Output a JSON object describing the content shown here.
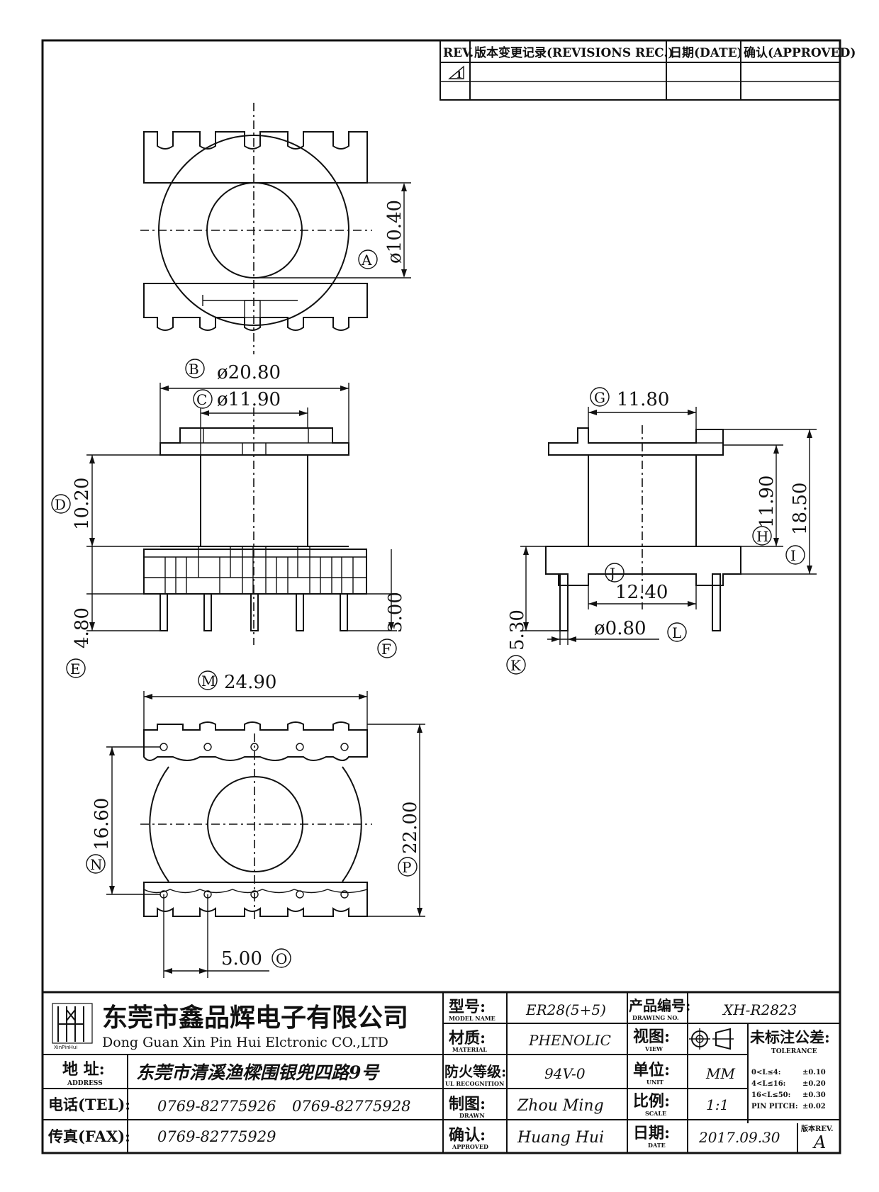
{
  "revisions": {
    "headers": {
      "rev": "REV.",
      "record": "版本变更记录(REVISIONS REC.)",
      "date": "日期(DATE)",
      "approved": "确认(APPROVED)"
    },
    "row1_symbol": "1"
  },
  "dimensions": {
    "A": {
      "label": "A",
      "value": "ø10.40"
    },
    "B": {
      "label": "B",
      "value": "ø20.80"
    },
    "C": {
      "label": "C",
      "value": "ø11.90"
    },
    "D": {
      "label": "D",
      "value": "10.20"
    },
    "E": {
      "label": "E",
      "value": "4.80"
    },
    "F": {
      "label": "F",
      "value": "3.00"
    },
    "G": {
      "label": "G",
      "value": "11.80"
    },
    "H": {
      "label": "H",
      "value": "11.90"
    },
    "I": {
      "label": "I",
      "value": "18.50"
    },
    "J": {
      "label": "J",
      "value": "12.40"
    },
    "K": {
      "label": "K",
      "value": "5.30"
    },
    "L": {
      "label": "L",
      "value": "ø0.80"
    },
    "M": {
      "label": "M",
      "value": "24.90"
    },
    "N": {
      "label": "N",
      "value": "16.60"
    },
    "O": {
      "label": "O",
      "value": "5.00"
    },
    "P": {
      "label": "P",
      "value": "22.00"
    }
  },
  "title_block": {
    "company_cn": "东莞市鑫品辉电子有限公司",
    "company_en": "Dong Guan Xin Pin Hui Elctronic CO.,LTD",
    "logo_text": "XinPinHui",
    "address_label_cn": "地 址:",
    "address_label_en": "ADDRESS",
    "address_value": "东莞市清溪渔樑围银兜四路9号",
    "tel_label": "电话(TEL):",
    "tel_value_1": "0769-82775926",
    "tel_value_2": "0769-82775928",
    "fax_label": "传真(FAX):",
    "fax_value": "0769-82775929",
    "model_label_cn": "型号:",
    "model_label_en": "MODEL NAME",
    "model_value": "ER28(5+5)",
    "material_label_cn": "材质:",
    "material_label_en": "MATERIAL",
    "material_value": "PHENOLIC",
    "ul_label_cn": "防火等级:",
    "ul_label_en": "UL RECOGNITION",
    "ul_value": "94V-0",
    "drawn_label_cn": "制图:",
    "drawn_label_en": "DRAWN",
    "drawn_value": "Zhou Ming",
    "approved_label_cn": "确认:",
    "approved_label_en": "APPROVED",
    "approved_value": "Huang Hui",
    "drawing_no_label_cn": "产品编号:",
    "drawing_no_label_en": "DRAWING NO.",
    "drawing_no_value": "XH-R2823",
    "view_label_cn": "视图:",
    "view_label_en": "VIEW",
    "unit_label_cn": "单位:",
    "unit_label_en": "UNIT",
    "unit_value": "MM",
    "scale_label_cn": "比例:",
    "scale_label_en": "SCALE",
    "scale_value": "1:1",
    "date_label_cn": "日期:",
    "date_label_en": "DATE",
    "date_value": "2017.09.30",
    "tolerance_title_cn": "未标注公差:",
    "tolerance_title_en": "TOLERANCE",
    "tolerances": [
      {
        "range": "0<L≤4:",
        "value": "±0.10"
      },
      {
        "range": "4<L≤16:",
        "value": "±0.20"
      },
      {
        "range": "16<L≤50:",
        "value": "±0.30"
      },
      {
        "range": "PIN PITCH:",
        "value": "±0.02"
      }
    ],
    "rev_label": "版本REV.",
    "rev_value": "A"
  }
}
